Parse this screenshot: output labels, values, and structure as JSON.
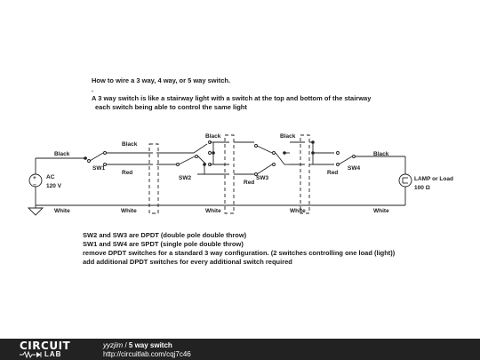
{
  "description": {
    "title": "How to wire a 3 way, 4 way, or 5 way switch.",
    "dot": ".",
    "line1": "A 3 way switch is like a stairway light with a switch at the top and bottom of the stairway",
    "line2": "each switch being able to control the same light"
  },
  "schematic": {
    "source_name": "AC",
    "source_value": "120 V",
    "load_name": "LAMP or Load",
    "load_value": "100 Ω",
    "sw1": "SW1",
    "sw2": "SW2",
    "sw3": "SW3",
    "sw4": "SW4",
    "wire_black": "Black",
    "wire_red": "Red",
    "wire_white": "White"
  },
  "notes": [
    "SW2 and SW3 are DPDT (double pole double throw)",
    "SW1 and SW4 are SPDT (single pole double throw)",
    "remove DPDT switches for a standard 3 way configuration. (2 switches controlling one load (light))",
    "add additional DPDT switches for every additional switch required"
  ],
  "footer": {
    "logo_top": "CIRCUIT",
    "logo_bottom": "LAB",
    "author": "yyzjim",
    "separator": " / ",
    "title": "5 way switch",
    "url": "http://circuitlab.com/cqj7c46"
  }
}
